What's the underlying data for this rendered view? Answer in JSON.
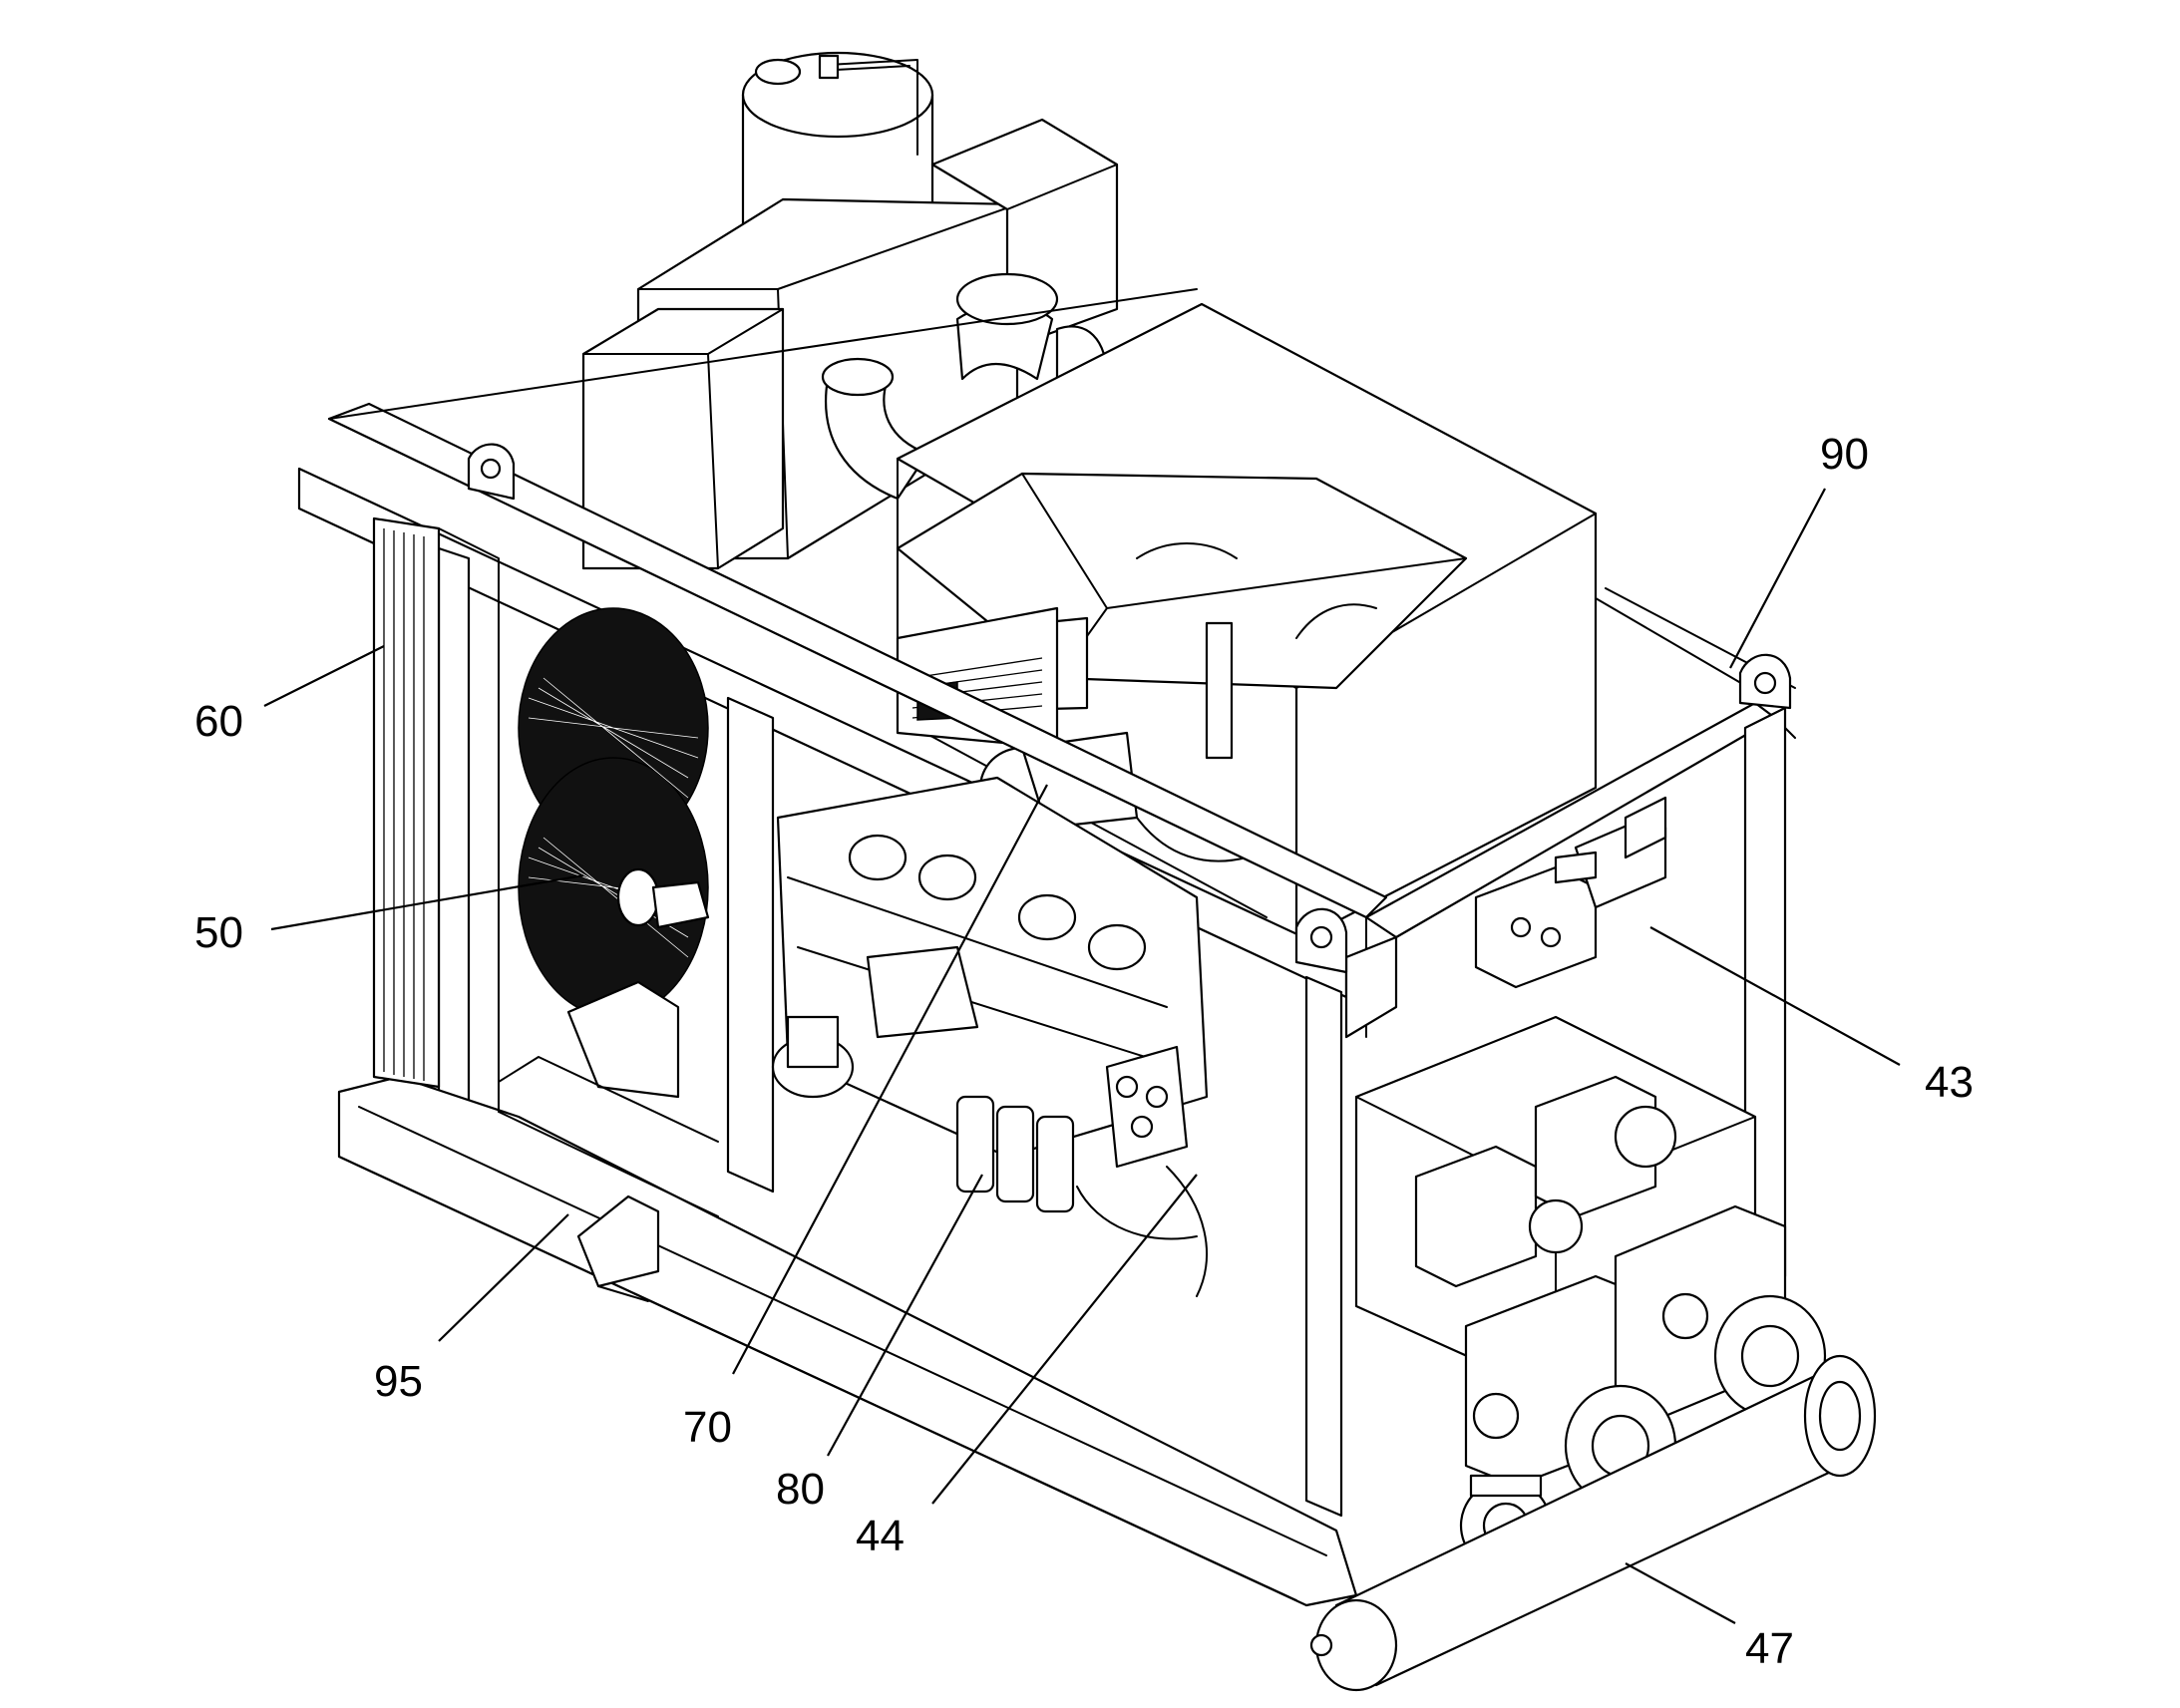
{
  "callouts": [
    {
      "id": "60",
      "label": "60"
    },
    {
      "id": "50",
      "label": "50"
    },
    {
      "id": "95",
      "label": "95"
    },
    {
      "id": "70",
      "label": "70"
    },
    {
      "id": "80",
      "label": "80"
    },
    {
      "id": "44",
      "label": "44"
    },
    {
      "id": "47",
      "label": "47"
    },
    {
      "id": "43",
      "label": "43"
    },
    {
      "id": "90",
      "label": "90"
    }
  ]
}
